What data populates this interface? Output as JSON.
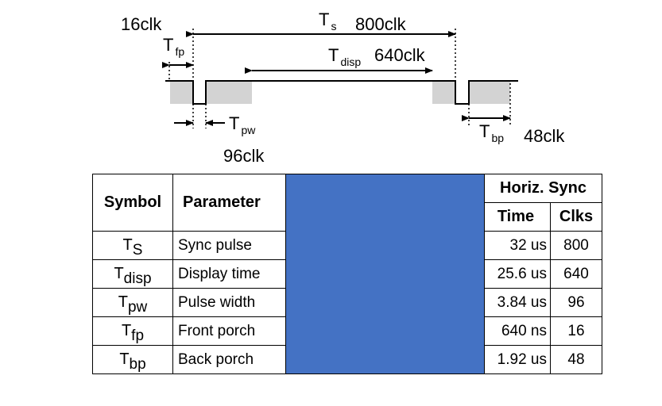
{
  "diagram": {
    "labels": {
      "fp_clk": "16clk",
      "s_clk": "800clk",
      "disp_clk": "640clk",
      "pw_clk": "96clk",
      "bp_clk": "48clk"
    },
    "symbols": {
      "s": {
        "T": "T",
        "sub": "s"
      },
      "fp": {
        "T": "T",
        "sub": "fp"
      },
      "disp": {
        "T": "T",
        "sub": "disp"
      },
      "pw": {
        "T": "T",
        "sub": "pw"
      },
      "bp": {
        "T": "T",
        "sub": "bp"
      }
    },
    "colors": {
      "porch_fill": "#d3d3d3",
      "line": "#000000"
    }
  },
  "table": {
    "headers": {
      "symbol": "Symbol",
      "parameter": "Parameter",
      "group": "Horiz. Sync",
      "time": "Time",
      "clks": "Clks"
    },
    "rows": [
      {
        "T": "T",
        "sub": "S",
        "parameter": "Sync pulse",
        "time": "32 us",
        "clks": "800"
      },
      {
        "T": "T",
        "sub": "disp",
        "parameter": "Display time",
        "time": "25.6 us",
        "clks": "640"
      },
      {
        "T": "T",
        "sub": "pw",
        "parameter": "Pulse width",
        "time": "3.84 us",
        "clks": "96"
      },
      {
        "T": "T",
        "sub": "fp",
        "parameter": "Front porch",
        "time": "640 ns",
        "clks": "16"
      },
      {
        "T": "T",
        "sub": "bp",
        "parameter": "Back porch",
        "time": "1.92 us",
        "clks": "48"
      }
    ],
    "blue_color": "#4472c4"
  }
}
